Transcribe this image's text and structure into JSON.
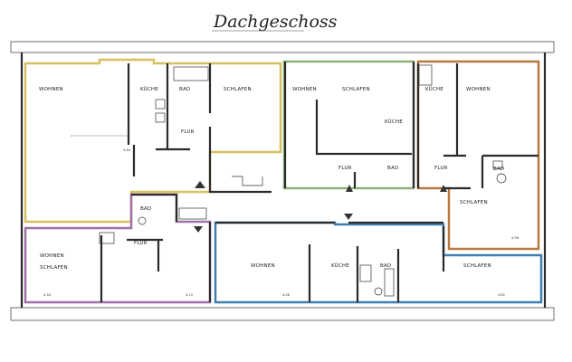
{
  "title": "Dachgeschoss",
  "colors": {
    "unit_yellow": "#d8c060",
    "unit_green": "#8fb27a",
    "unit_orange": "#b8783e",
    "unit_purple": "#a070a8",
    "unit_blue": "#3f7fb0"
  },
  "units": [
    {
      "rooms": [
        "WOHNEN",
        "KÜCHE",
        "BAD",
        "FLUR",
        "SCHLAFEN"
      ]
    },
    {
      "rooms": [
        "WOHNEN",
        "SCHLAFEN",
        "KÜCHE",
        "FLUR",
        "BAD"
      ]
    },
    {
      "rooms": [
        "KÜCHE",
        "WOHNEN",
        "FLUR",
        "BAD",
        "SCHLAFEN"
      ]
    },
    {
      "rooms": [
        "WOHNEN",
        "SCHLAFEN",
        "FLUR",
        "BAD"
      ]
    },
    {
      "rooms": [
        "WOHNEN",
        "KÜCHE",
        "BAD",
        "SCHLAFEN"
      ]
    }
  ],
  "dimensions": [
    "4.30",
    "3.64",
    "4.15",
    "4.56",
    "4.06",
    "3.81"
  ]
}
